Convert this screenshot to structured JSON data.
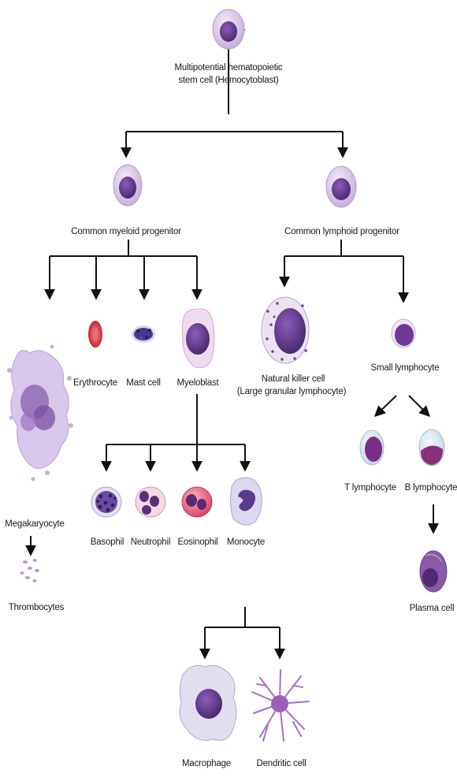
{
  "diagram": {
    "stem_cell": {
      "line1": "Multipotential hematopoietic",
      "line2": "stem cell (Hemocytoblast)"
    },
    "myeloid_progenitor": "Common myeloid progenitor",
    "lymphoid_progenitor": "Common lymphoid progenitor",
    "erythrocyte": "Erythrocyte",
    "mast_cell": "Mast cell",
    "myeloblast": "Myeloblast",
    "megakaryocyte": "Megakaryocyte",
    "thrombocytes": "Thrombocytes",
    "basophil": "Basophil",
    "neutrophil": "Neutrophil",
    "eosinophil": "Eosinophil",
    "monocyte": "Monocyte",
    "macrophage": "Macrophage",
    "dendritic_cell": "Dendritic cell",
    "nk_cell": {
      "line1": "Natural killer cell",
      "line2": "(Large granular lymphocyte)"
    },
    "small_lymphocyte": "Small lymphocyte",
    "t_lymphocyte": "T lymphocyte",
    "b_lymphocyte": "B lymphocyte",
    "plasma_cell": "Plasma cell"
  },
  "colors": {
    "cytoplasm": "#d9c6e6",
    "nucleus": "#6b3f95",
    "lines": "#111111",
    "erythrocyte": "#d8404a",
    "eosinophil_granules": "#e0506a"
  }
}
